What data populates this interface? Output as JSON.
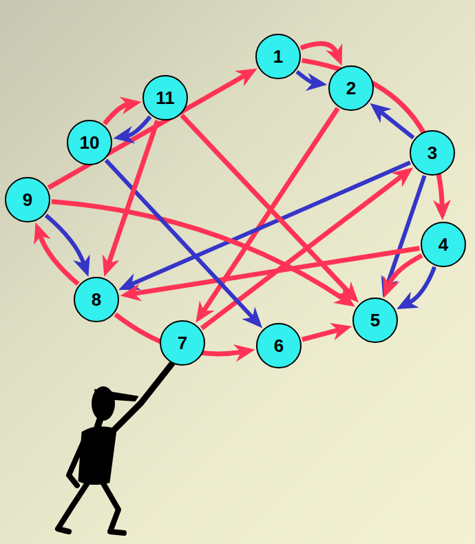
{
  "diagram": {
    "nodes": [
      {
        "text": [
          "1"
        ]
      },
      {
        "text": [
          "2"
        ]
      },
      {
        "text": [
          "3"
        ]
      },
      {
        "text": [
          "4"
        ]
      },
      {
        "text": [
          "5"
        ]
      },
      {
        "text": [
          "6"
        ]
      },
      {
        "text": [
          "7"
        ]
      },
      {
        "text": [
          "8"
        ]
      },
      {
        "text": [
          "9"
        ]
      },
      {
        "text": [
          "10"
        ]
      },
      {
        "text": [
          "11"
        ]
      }
    ],
    "edges": [
      {
        "from": 0,
        "to": 1,
        "arrow": "to"
      },
      {
        "from": 0,
        "to": 1,
        "arrow": "to"
      },
      {
        "from": 0,
        "to": 3,
        "arrow": "to"
      },
      {
        "from": 1,
        "to": 6,
        "arrow": "to"
      },
      {
        "from": 2,
        "to": 1,
        "arrow": "to"
      },
      {
        "from": 2,
        "to": 4,
        "arrow": "to"
      },
      {
        "from": 2,
        "to": 7,
        "arrow": "to"
      },
      {
        "from": 3,
        "to": 4,
        "arrow": "to"
      },
      {
        "from": 3,
        "to": 4,
        "arrow": "to"
      },
      {
        "from": 3,
        "to": 7,
        "arrow": "to"
      },
      {
        "from": 5,
        "to": 4,
        "arrow": "to"
      },
      {
        "from": 6,
        "to": 2,
        "arrow": "to"
      },
      {
        "from": 7,
        "to": 8,
        "arrow": "to"
      },
      {
        "from": 7,
        "to": 5,
        "arrow": "to"
      },
      {
        "from": 8,
        "to": 7,
        "arrow": "to"
      },
      {
        "from": 8,
        "to": 0,
        "arrow": "to"
      },
      {
        "from": 8,
        "to": 4,
        "arrow": "to"
      },
      {
        "from": 9,
        "to": 10,
        "arrow": "to"
      },
      {
        "from": 10,
        "to": 9,
        "arrow": "to"
      },
      {
        "from": 9,
        "to": 5,
        "arrow": "to"
      },
      {
        "from": 10,
        "to": 4,
        "arrow": "to"
      },
      {
        "from": 10,
        "to": 7,
        "arrow": "to"
      }
    ]
  }
}
